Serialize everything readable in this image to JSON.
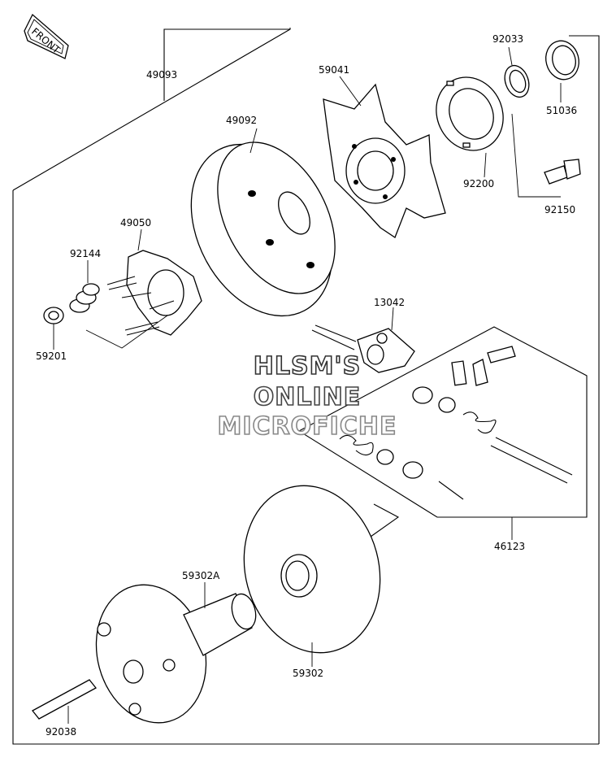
{
  "front_badge": "FRONT",
  "watermark": {
    "line1": "HLSM'S",
    "line2": "ONLINE",
    "line3": "MICROFICHE",
    "colors": [
      "#333333",
      "#444444",
      "#888888"
    ]
  },
  "parts": [
    {
      "id": "p49093",
      "number": "49093"
    },
    {
      "id": "p49092",
      "number": "49092"
    },
    {
      "id": "p59041",
      "number": "59041"
    },
    {
      "id": "p92033",
      "number": "92033"
    },
    {
      "id": "p51036",
      "number": "51036"
    },
    {
      "id": "p92200",
      "number": "92200"
    },
    {
      "id": "p92150",
      "number": "92150"
    },
    {
      "id": "p49050",
      "number": "49050"
    },
    {
      "id": "p92144",
      "number": "92144"
    },
    {
      "id": "p59201",
      "number": "59201"
    },
    {
      "id": "p13042",
      "number": "13042"
    },
    {
      "id": "p46123",
      "number": "46123"
    },
    {
      "id": "p59302A",
      "number": "59302A"
    },
    {
      "id": "p59302",
      "number": "59302"
    },
    {
      "id": "p92038",
      "number": "92038"
    }
  ]
}
